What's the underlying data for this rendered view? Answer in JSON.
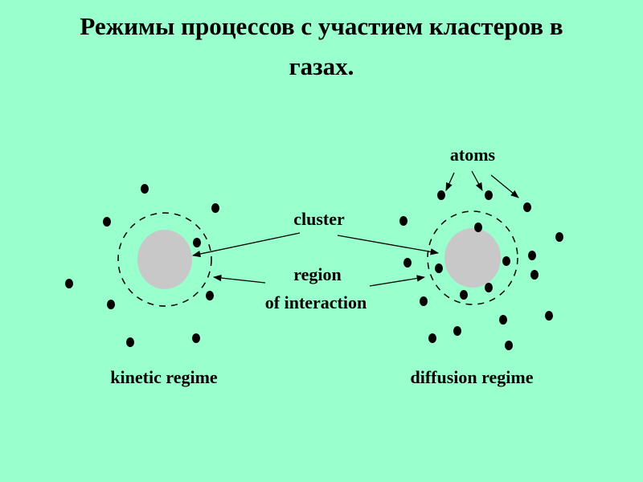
{
  "title": {
    "line1": "Режимы процессов с участием кластеров в",
    "line2": "газах."
  },
  "labels": {
    "atoms": "atoms",
    "cluster": "cluster",
    "region": "region",
    "of_interaction": "of interaction",
    "kinetic": "kinetic regime",
    "diffusion": "diffusion regime"
  },
  "colors": {
    "background": "#99ffcc",
    "cluster": "#c8c8c8",
    "ink": "#000000"
  }
}
